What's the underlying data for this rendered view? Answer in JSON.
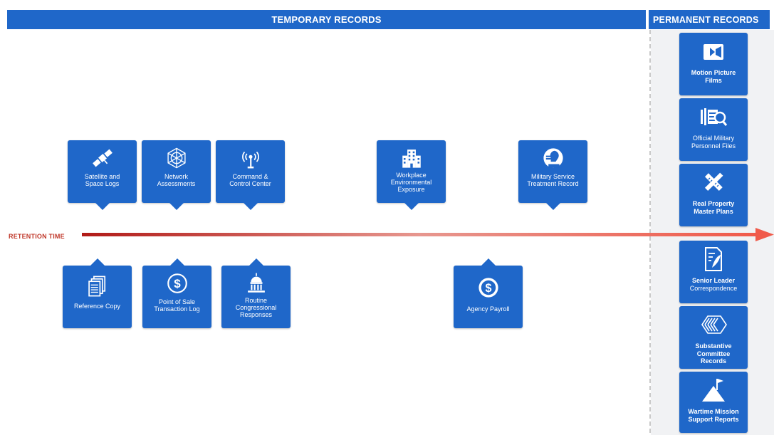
{
  "headers": {
    "temporary": "TEMPORARY RECORDS",
    "permanent": "PERMANENT RECORDS"
  },
  "timeline": {
    "label": "RETENTION TIME"
  },
  "colors": {
    "tile_blue": "#1f67c9",
    "arrow_start": "#b11a17",
    "arrow_end": "#f05a4a"
  },
  "temporary_above": [
    {
      "label": "Satellite and\nSpace Logs",
      "icon": "satellite-icon"
    },
    {
      "label": "Network\nAssessments",
      "icon": "network-globe-icon"
    },
    {
      "label": "Command &\nControl Center",
      "icon": "antenna-icon"
    },
    {
      "label": "Workplace\nEnvironmental\nExposure",
      "icon": "building-icon"
    },
    {
      "label": "Military Service\nTreatment Record",
      "icon": "saluting-soldier-icon"
    }
  ],
  "temporary_below": [
    {
      "label": "Reference Copy",
      "icon": "documents-icon"
    },
    {
      "label": "Point of Sale\nTransaction Log",
      "icon": "dollar-circle-icon"
    },
    {
      "label": "Routine\nCongressional\nResponses",
      "icon": "capitol-icon"
    },
    {
      "label": "Agency Payroll",
      "icon": "money-coin-icon"
    }
  ],
  "permanent": [
    {
      "title": "Motion Picture\nFilms",
      "subtitle": "",
      "icon": "video-camera-icon"
    },
    {
      "title": "",
      "subtitle": "Official Military\nPersonnel Files",
      "icon": "files-search-icon"
    },
    {
      "title": "Real Property\nMaster Plans",
      "subtitle": "",
      "icon": "pencil-ruler-icon"
    },
    {
      "title": "Senior Leader",
      "subtitle": "Correspondence",
      "icon": "letter-quill-icon"
    },
    {
      "title": "Substantive\nCommittee\nRecords",
      "subtitle": "",
      "icon": "stacked-records-icon"
    },
    {
      "title": "Wartime Mission\nSupport Reports",
      "subtitle": "",
      "icon": "flag-summit-icon"
    }
  ]
}
